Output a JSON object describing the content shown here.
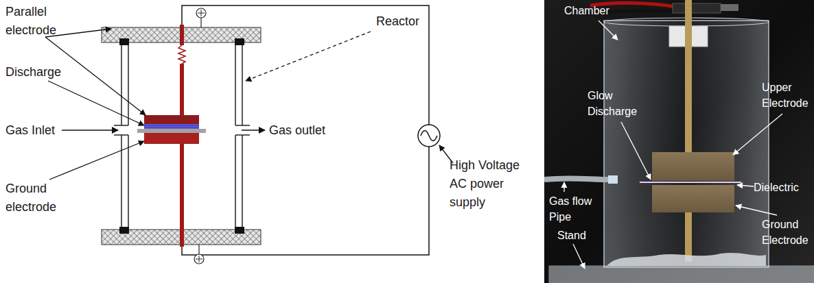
{
  "diagram": {
    "labels": [
      "Parallel electrode",
      "Discharge",
      "Gas Inlet",
      "Ground electrode",
      "Reactor",
      "Gas outlet",
      "High Voltage AC power supply",
      "Chamber",
      "Glow Discharge",
      "Upper Electrode",
      "Gas flow Pipe",
      "Dielectric",
      "Stand",
      "Ground Electrode"
    ]
  }
}
